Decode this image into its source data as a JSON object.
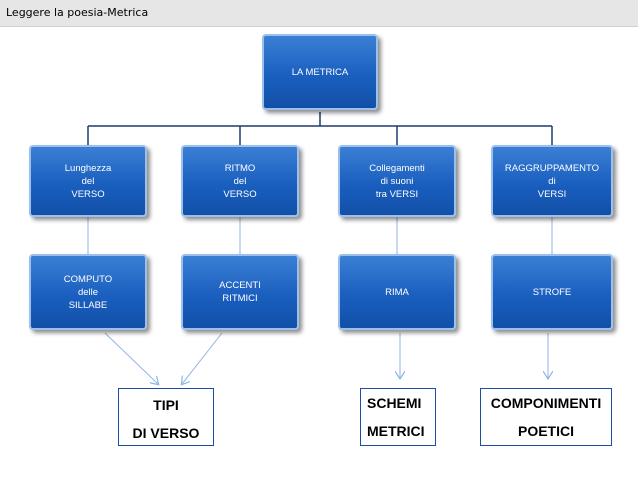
{
  "window": {
    "title": "Leggere la poesia-Metrica"
  },
  "root": {
    "label": "LA METRICA"
  },
  "branches": [
    {
      "top": "Lunghezza\ndel\nVERSO",
      "bottom": "COMPUTO\ndelle\nSILLABE"
    },
    {
      "top": "RITMO\ndel\nVERSO",
      "bottom": "ACCENTI\nRITMICI"
    },
    {
      "top": "Collegamenti\ndi suoni\ntra VERSI",
      "bottom": "RIMA"
    },
    {
      "top": "RAGGRUPPAMENTO\ndi\nVERSI",
      "bottom": "STROFE"
    }
  ],
  "outcomes": [
    {
      "line1": "TIPI",
      "line2": "DI VERSO"
    },
    {
      "line1": "SCHEMI",
      "line2": "METRICI"
    },
    {
      "line1": "COMPONIMENTI",
      "line2": "POETICI"
    }
  ],
  "colors": {
    "box": "#1a5fbf",
    "line": "#1e3a6e",
    "arrow": "#8fb4e3"
  }
}
